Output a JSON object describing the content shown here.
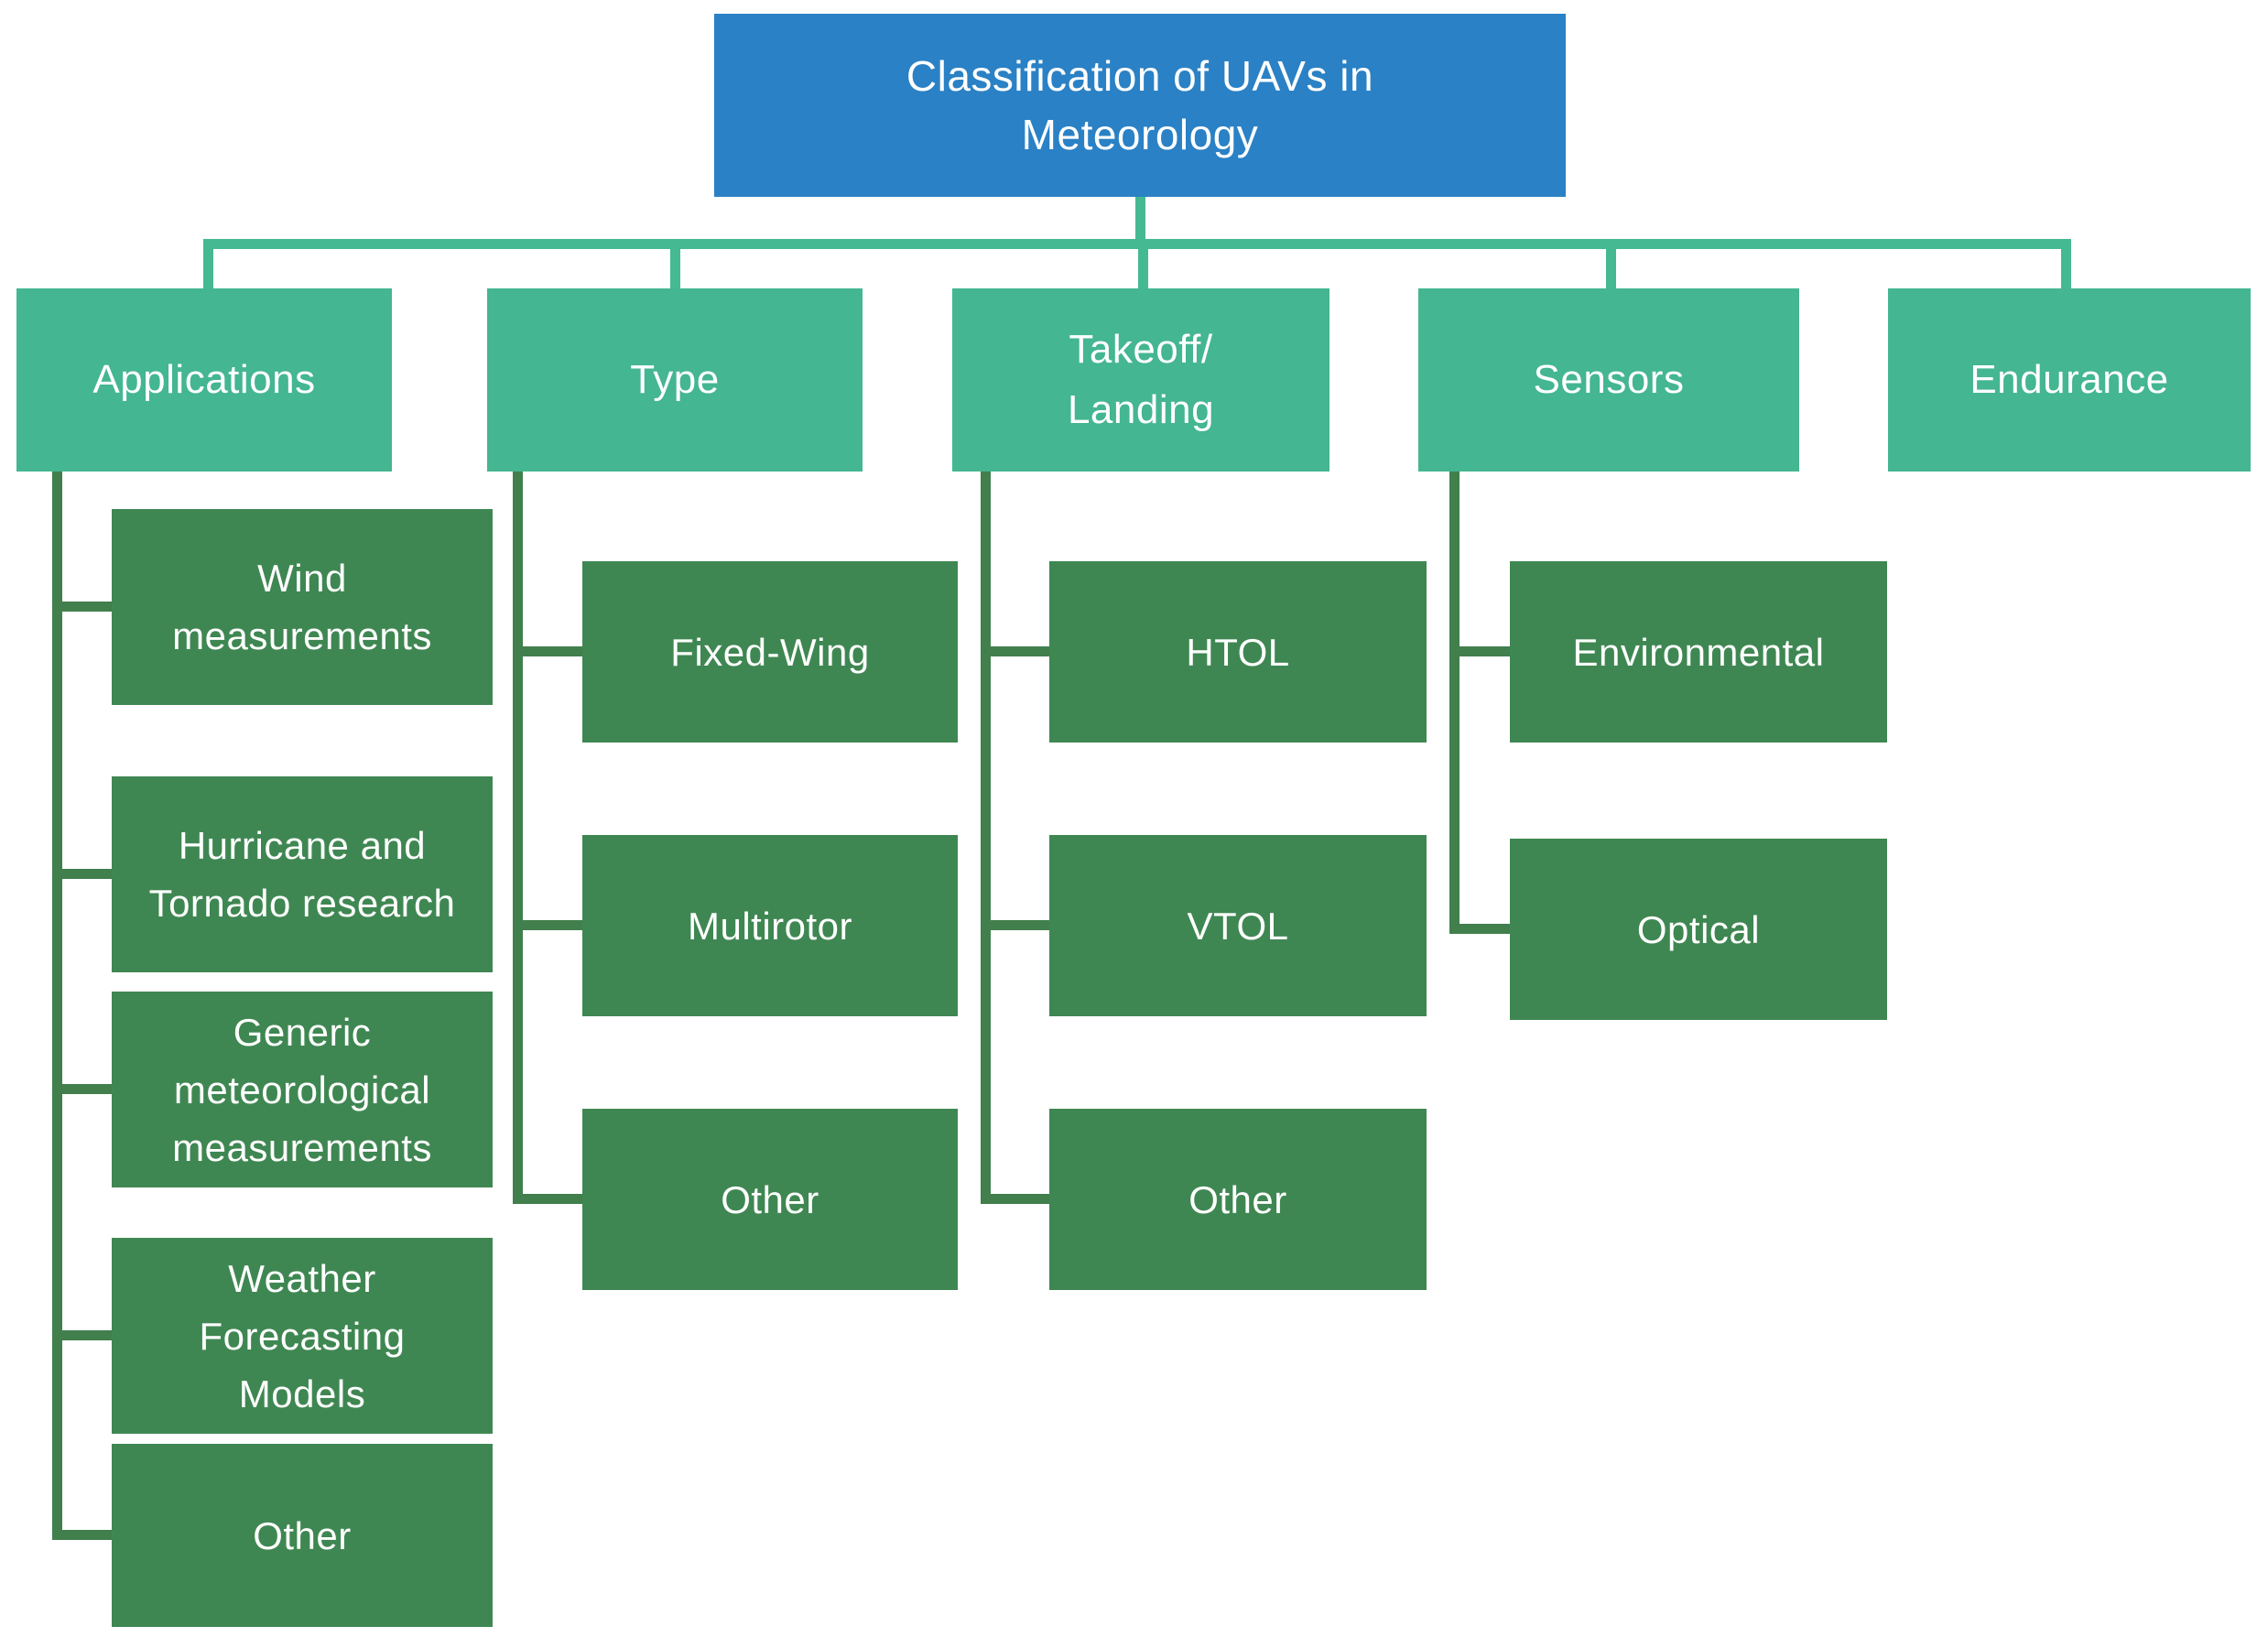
{
  "colors": {
    "title_bg": "#2a81c5",
    "branch_bg": "#44b691",
    "leaf_bg": "#3f8752",
    "connector_light": "#45b992",
    "connector_dark": "#417f4d",
    "text": "#ffffff",
    "canvas_bg": "#ffffff"
  },
  "tree": {
    "root": {
      "label": "Classification of UAVs in\nMeteorology"
    },
    "branches": [
      {
        "label": "Applications",
        "children": [
          {
            "label": "Wind measurements"
          },
          {
            "label": "Hurricane and Tornado research"
          },
          {
            "label": "Generic meteorological measurements"
          },
          {
            "label": "Weather Forecasting Models"
          },
          {
            "label": "Other"
          }
        ]
      },
      {
        "label": "Type",
        "children": [
          {
            "label": "Fixed-Wing"
          },
          {
            "label": "Multirotor"
          },
          {
            "label": "Other"
          }
        ]
      },
      {
        "label": "Takeoff/\nLanding",
        "children": [
          {
            "label": "HTOL"
          },
          {
            "label": "VTOL"
          },
          {
            "label": "Other"
          }
        ]
      },
      {
        "label": "Sensors",
        "children": [
          {
            "label": "Environmental"
          },
          {
            "label": "Optical"
          }
        ]
      },
      {
        "label": "Endurance",
        "children": []
      }
    ]
  }
}
